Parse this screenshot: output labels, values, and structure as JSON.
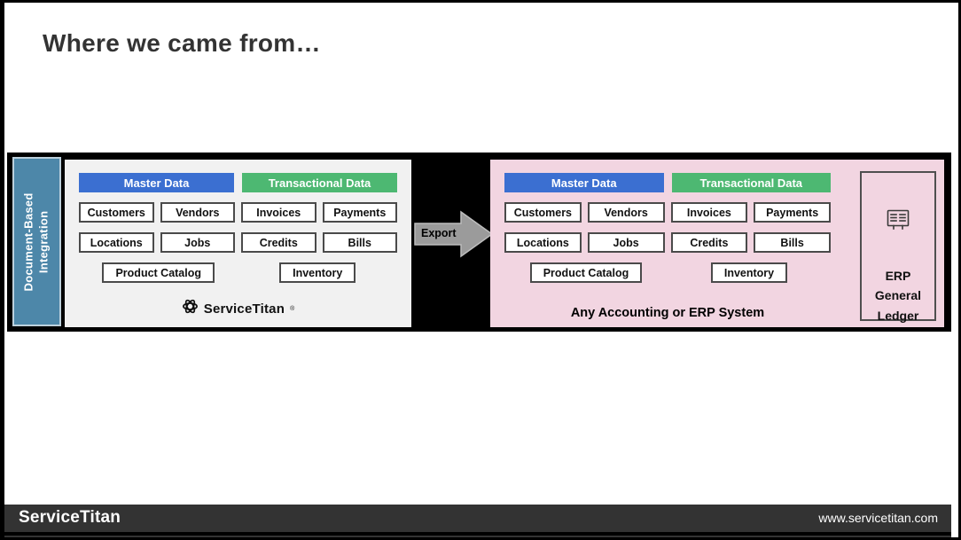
{
  "title": "Where we came from…",
  "side_tab": {
    "line1": "Document-Based",
    "line2": "Integration"
  },
  "headers": {
    "master": "Master Data",
    "transactional": "Transactional Data"
  },
  "boxes": {
    "row1": [
      "Customers",
      "Vendors",
      "Invoices",
      "Payments"
    ],
    "row2": [
      "Locations",
      "Jobs",
      "Credits",
      "Bills"
    ],
    "row3": [
      "Product Catalog",
      "Inventory"
    ]
  },
  "export_arrow": {
    "label": "Export"
  },
  "left_panel": {
    "brand": "ServiceTitan",
    "brand_mark": "®"
  },
  "right_panel": {
    "caption": "Any Accounting or ERP System",
    "erp_box": {
      "line1": "ERP",
      "line2": "General",
      "line3": "Ledger"
    }
  },
  "footer": {
    "brand": "ServiceTitan",
    "url": "www.servicetitan.com"
  },
  "colors": {
    "master_header": "#3b6fd1",
    "transactional_header": "#4db872",
    "side_tab_bg": "#4d87a9",
    "left_panel_bg": "#f1f1f1",
    "right_panel_bg": "#f2d5e1",
    "band_bg": "#000000",
    "arrow_fill": "#9b9b9b",
    "footer_bg": "#333333"
  }
}
